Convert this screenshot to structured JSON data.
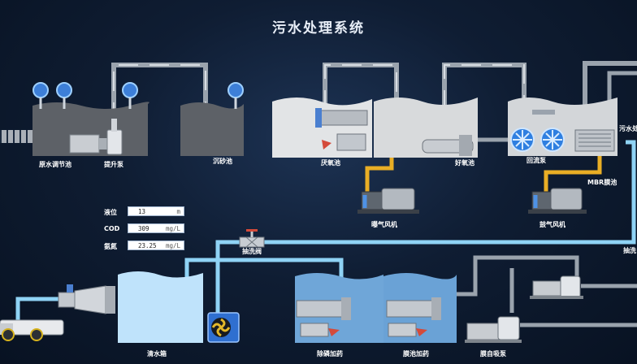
{
  "title": "污水处理系统",
  "labels": {
    "regulating_tank": "原水调节池",
    "lift_pump": "提升泵",
    "grit_tank": "沉砂池",
    "anaerobic_tank": "厌氧池",
    "aerobic_tank": "好氧池",
    "return_pump": "回流泵",
    "sewage_out": "污水处",
    "mbr_tank": "MBR膜池",
    "aeration_fan": "曝气风机",
    "anaerobic_fan": "鼓气风机",
    "backwash_valve": "抽洗阀",
    "pump_right": "抽洗",
    "clear_tank": "清水箱",
    "phosphorus_dosing": "除磷加药",
    "membrane_dosing": "膜池加药",
    "self_priming_pump": "膜自吸泵"
  },
  "readings": [
    {
      "label": "液位",
      "value": "13",
      "unit": "m"
    },
    {
      "label": "COD",
      "value": "309",
      "unit": "mg/L"
    },
    {
      "label": "氨氮",
      "value": "23.25",
      "unit": "mg/L"
    }
  ],
  "colors": {
    "water": "#bfe3fb",
    "water_light": "#d6ecf9",
    "pipe_gray": "#9aa3ad",
    "pipe_blue": "#8fd3f5",
    "pipe_yellow": "#e9ae25",
    "tank_gray": "#5d6167"
  }
}
